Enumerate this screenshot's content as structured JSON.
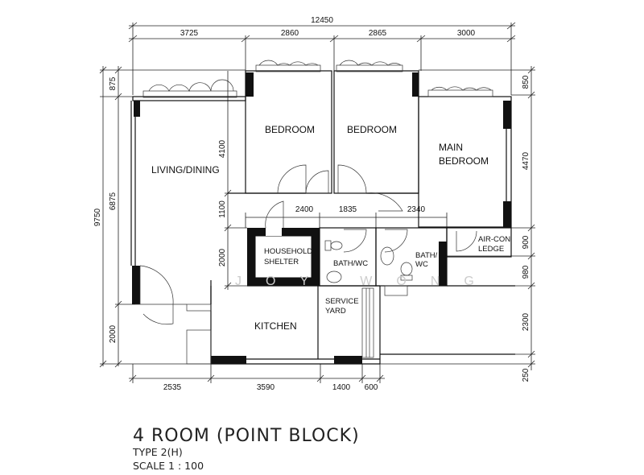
{
  "dimensions": {
    "overall_width": "12450",
    "top": [
      "3725",
      "2860",
      "2865",
      "3000"
    ],
    "bottom": [
      "2535",
      "3590",
      "1400",
      "600"
    ],
    "left_overall": "9750",
    "left": [
      "875",
      "6875",
      "2000"
    ],
    "right": [
      "850",
      "4470",
      "900",
      "980",
      "2300",
      "250"
    ],
    "inner_vertical": [
      "4100",
      "1100",
      "2000"
    ],
    "inner_horizontal": [
      "2400",
      "1835",
      "2340"
    ]
  },
  "rooms": {
    "bedroom1": "BEDROOM",
    "bedroom2": "BEDROOM",
    "main_bedroom": [
      "MAIN",
      "BEDROOM"
    ],
    "living_dining": "LIVING/DINING",
    "household_shelter": [
      "HOUSEHOLD",
      "SHELTER"
    ],
    "bath1": "BATH/WC",
    "bath2": [
      "BATH/",
      "WC"
    ],
    "aircon_ledge": [
      "AIR-CON",
      "LEDGE"
    ],
    "service_yard": [
      "SERVICE",
      "YARD"
    ],
    "kitchen": "KITCHEN"
  },
  "watermark": "JOY WONG",
  "title": {
    "main": "4 ROOM (POINT BLOCK)",
    "type": "TYPE 2(H)",
    "scale": "SCALE 1 : 100"
  }
}
